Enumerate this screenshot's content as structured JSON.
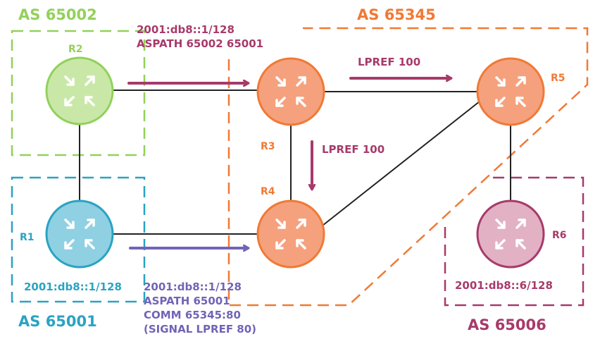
{
  "colors": {
    "green": "#92d15a",
    "green_fill": "#c9e8a8",
    "blue": "#2aa3c2",
    "blue_fill": "#8fd0e2",
    "orange": "#f07a35",
    "orange_fill": "#f5a17e",
    "router_stroke_orange": "#f07a35",
    "magenta": "#a73a6a",
    "magenta_fill": "#e2b1c4",
    "purple": "#7164b6",
    "line": "#222222",
    "icon_arrow": "#ffffff"
  },
  "as_boxes": {
    "as65002": {
      "label": "AS 65002"
    },
    "as65001": {
      "label": "AS 65001"
    },
    "as65345": {
      "label": "AS 65345"
    },
    "as65006": {
      "label": "AS 65006"
    }
  },
  "routers": {
    "r1": {
      "name": "R1",
      "prefix": "2001:db8::1/128"
    },
    "r2": {
      "name": "R2"
    },
    "r3": {
      "name": "R3"
    },
    "r4": {
      "name": "R4"
    },
    "r5": {
      "name": "R5"
    },
    "r6": {
      "name": "R6",
      "prefix": "2001:db8::6/128"
    }
  },
  "annotations": {
    "r2_to_r3": {
      "line1": "2001:db8::1/128",
      "line2": "ASPATH 65002 65001"
    },
    "r3_to_r5": {
      "text": "LPREF 100"
    },
    "r3_to_r4": {
      "text": "LPREF 100"
    },
    "r1_to_r4": {
      "line1": "2001:db8::1/128",
      "line2": "ASPATH 65001",
      "line3": "COMM 65345:80",
      "line4": "(SIGNAL LPREF 80)"
    }
  }
}
